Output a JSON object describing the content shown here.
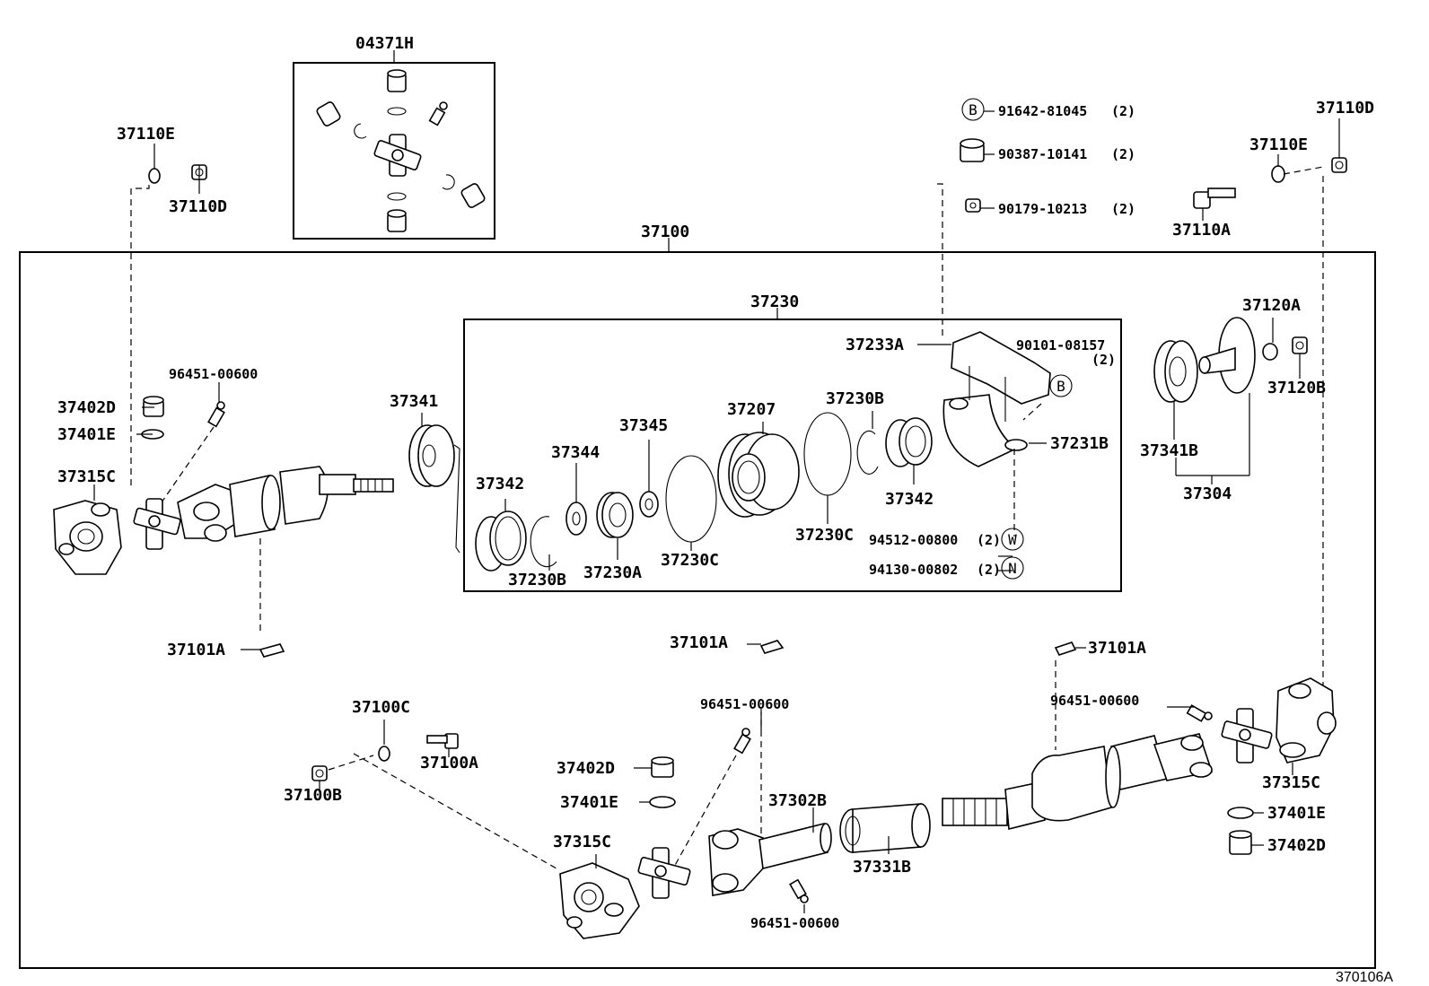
{
  "diagram_ref": "370106A",
  "parts": {
    "u_joint_kit": "04371H",
    "propeller_shaft_assy": "37100",
    "center_bearing_assy": "37230",
    "bolt_37110E_top": "37110E",
    "nut_37110D_top": "37110D",
    "bolt_37110E_right": "37110E",
    "nut_37110D_right": "37110D",
    "bolt_37110A": "37110A",
    "washer_37120A": "37120A",
    "nut_37120B": "37120B",
    "flange_37341B": "37341B",
    "flange_assy_37304": "37304",
    "bolt_91642": "91642-81045",
    "bolt_91642_qty": "(2)",
    "washer_90387": "90387-10141",
    "washer_90387_qty": "(2)",
    "nut_90179": "90179-10213",
    "nut_90179_qty": "(2)",
    "bracket_37233A": "37233A",
    "bolt_90101": "90101-08157",
    "bolt_90101_qty": "(2)",
    "bracket_37231B": "37231B",
    "washer_94512": "94512-00800",
    "washer_94512_qty": "(2)",
    "nut_94130": "94130-00802",
    "nut_94130_qty": "(2)",
    "nipple_left": "96451-00600",
    "cap_37402D_left": "37402D",
    "clip_37401E_left": "37401E",
    "yoke_37315C_left": "37315C",
    "boot_37341": "37341",
    "seal_37342_left": "37342",
    "snap_ring_37230B_left": "37230B",
    "washer_37344": "37344",
    "washer_37345": "37345",
    "bearing_37230A": "37230A",
    "plate_37230C_left": "37230C",
    "cushion_37207": "37207",
    "snap_ring_37230B_right": "37230B",
    "plate_37230C_right": "37230C",
    "seal_37342_right": "37342",
    "weight_37101A_left": "37101A",
    "weight_37101A_mid": "37101A",
    "weight_37101A_right": "37101A",
    "nut_37100C": "37100C",
    "bolt_37100A": "37100A",
    "nut_37100B": "37100B",
    "nipple_mid": "96451-00600",
    "cap_37402D_mid": "37402D",
    "clip_37401E_mid": "37401E",
    "yoke_37315C_mid": "37315C",
    "yoke_37302B": "37302B",
    "sleeve_37331B": "37331B",
    "nipple_bottom": "96451-00600",
    "nipple_right": "96451-00600",
    "yoke_37315C_right": "37315C",
    "clip_37401E_right": "37401E",
    "cap_37402D_right": "37402D"
  },
  "refs": {
    "b_top": "B",
    "b_bracket": "B",
    "w": "W",
    "n": "N"
  }
}
